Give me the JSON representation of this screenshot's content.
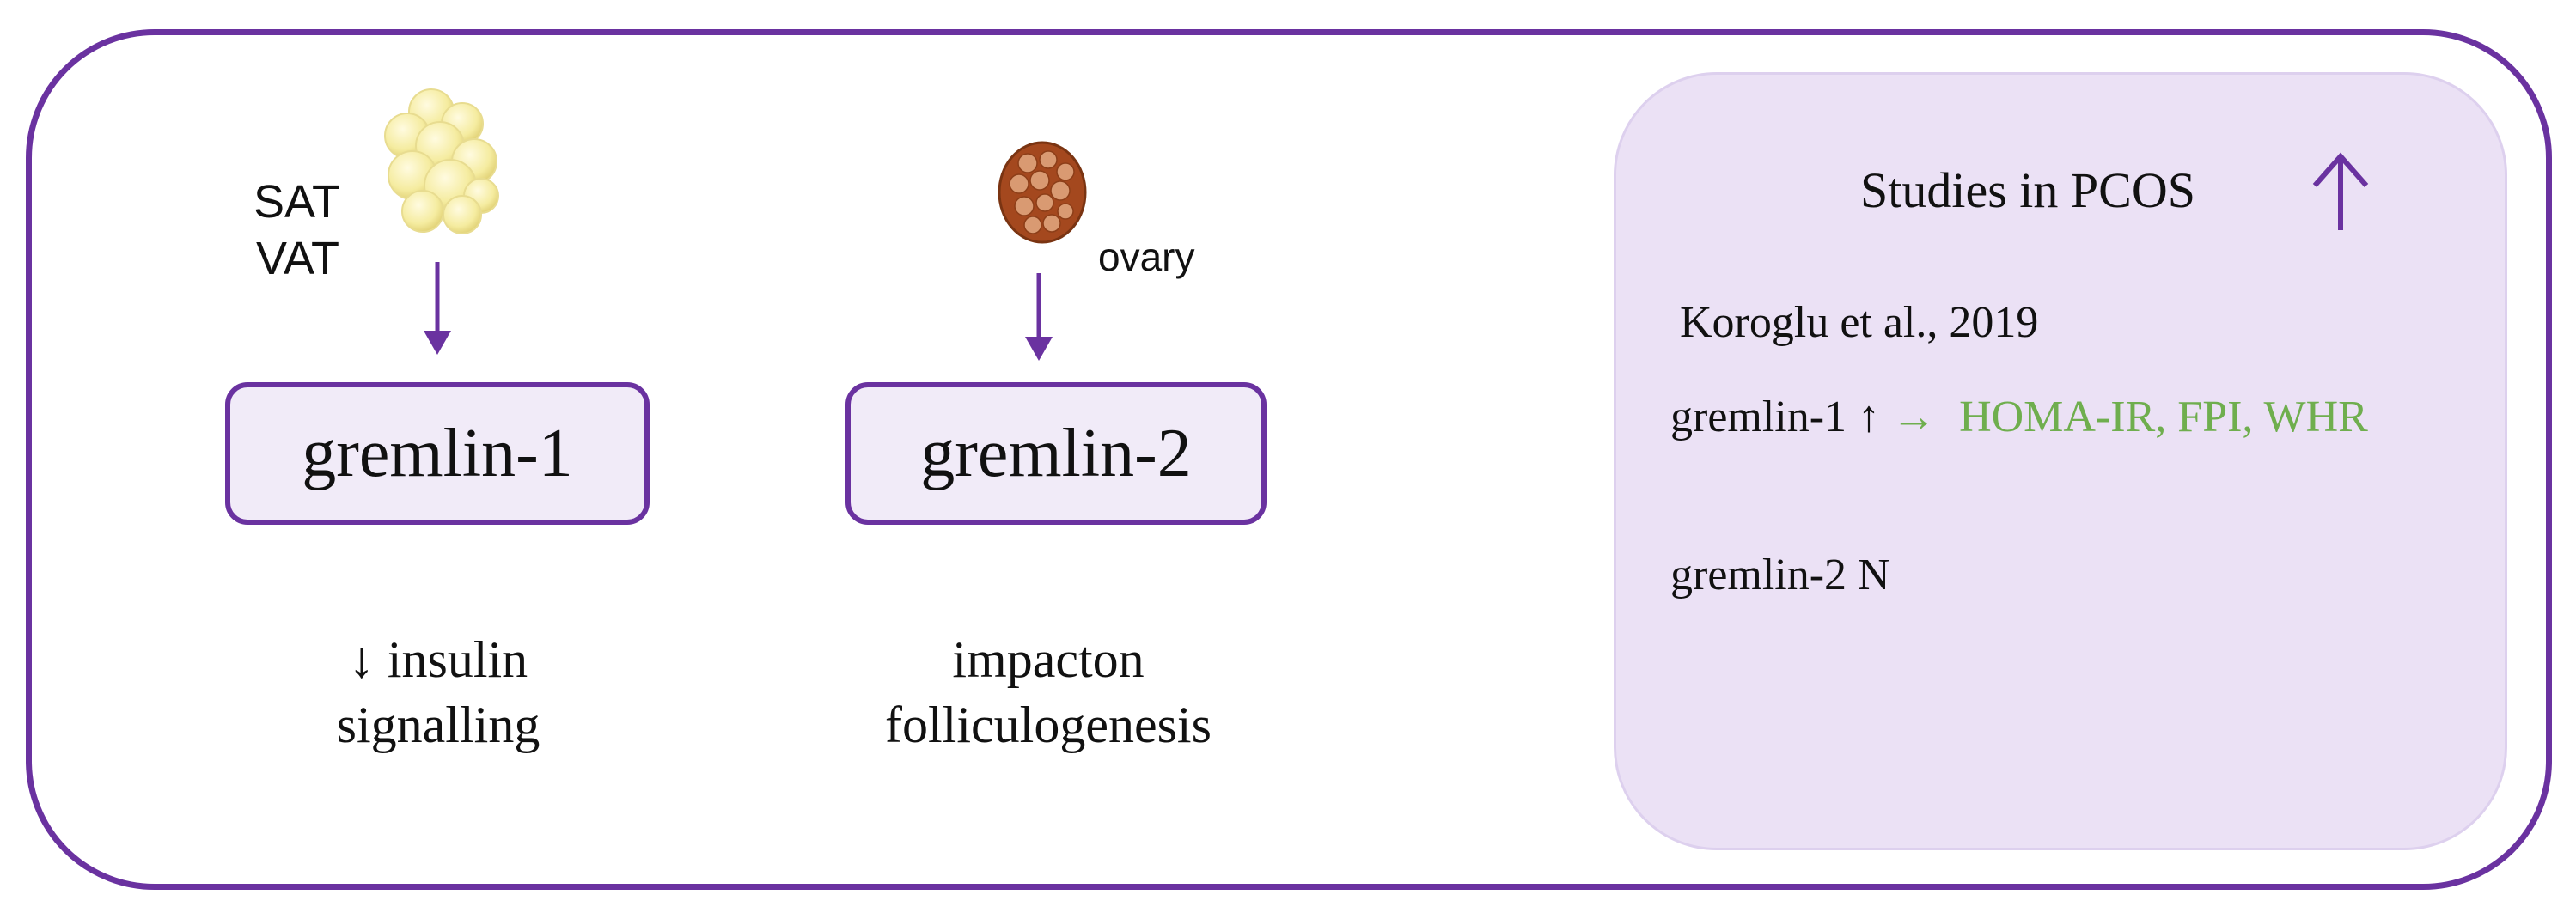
{
  "left": {
    "tissue_labels": [
      "SAT",
      "VAT"
    ],
    "box_label": "gremlin-1",
    "effect_lines": [
      "↓ insulin",
      "signalling"
    ]
  },
  "middle": {
    "tissue_label": "ovary",
    "box_label": "gremlin-2",
    "effect_lines": [
      "impacton",
      "folliculogenesis"
    ]
  },
  "panel": {
    "title": "Studies in PCOS",
    "title_arrow": "↑",
    "citation": "Koroglu et al., 2019",
    "finding1_prefix": "gremlin-1 ↑",
    "finding1_arrow": "→",
    "finding1_markers": "HOMA-IR, FPI, WHR",
    "finding2": "gremlin-2 N"
  },
  "colors": {
    "accent": "#6a32a0",
    "panel_bg": "#ebe1f5",
    "box_bg": "#f1ebf8",
    "green": "#6fae4e"
  }
}
